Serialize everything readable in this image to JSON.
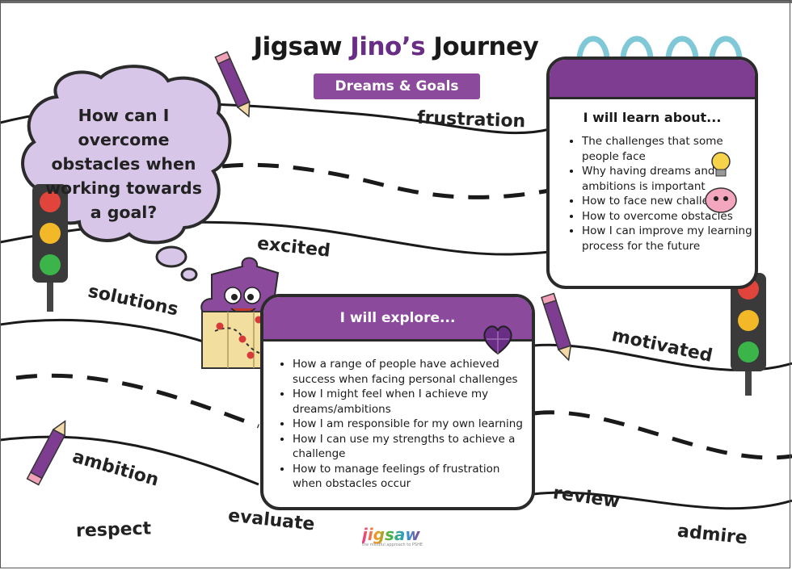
{
  "title": {
    "part1": "Jigsaw ",
    "part2": "Jino’s",
    "part3": " Journey"
  },
  "subtitle": "Dreams & Goals",
  "question": "How can I overcome obstacles when working towards a goal?",
  "learn": {
    "heading": "I will learn about...",
    "items": [
      "The challenges that some people face",
      "Why having dreams and ambitions is important",
      "How to face new challenges",
      "How to overcome obstacles",
      "How I can improve my learning process for the future"
    ]
  },
  "explore": {
    "heading": "I will explore...",
    "items": [
      "How a range of people have achieved success when facing personal challenges",
      "How I might feel when I achieve my dreams/ambitions",
      "How I am responsible for my own learning",
      "How I can use my strengths to achieve a challenge",
      "How to manage feelings of frustration when obstacles occur"
    ]
  },
  "words": {
    "frustration": "frustration",
    "excited": "excited",
    "solutions": "solutions",
    "motivated": "motivated",
    "ambition": "ambition",
    "respect": "respect",
    "evaluate": "evaluate",
    "review": "review",
    "admire": "admire"
  },
  "logo": {
    "text": "jigsaw",
    "tagline": "the mindful approach to PSHE"
  },
  "colors": {
    "purple": "#8b4a9c",
    "dark_purple": "#6a2d86",
    "road_line": "#1a1a1a",
    "thought_bubble": "#d8c6e8",
    "ring": "#7fc8d8"
  }
}
